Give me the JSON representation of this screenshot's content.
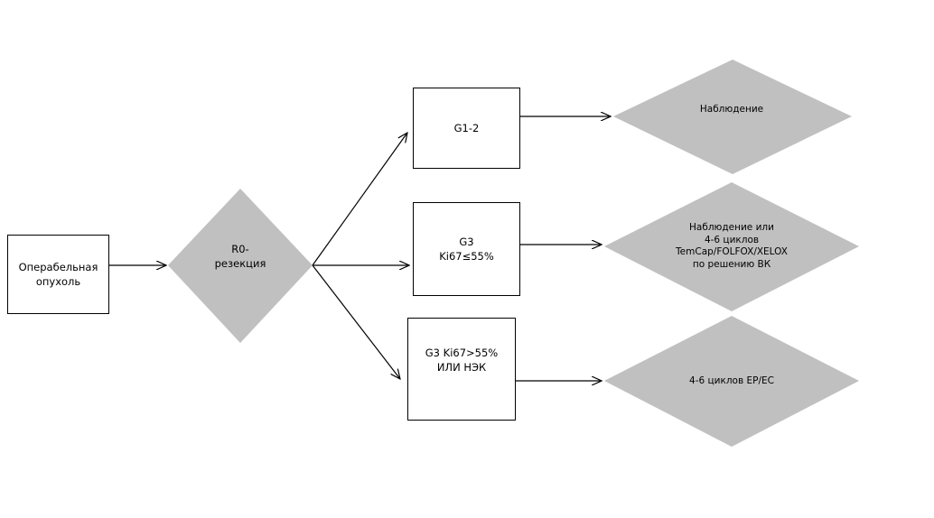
{
  "nodes": {
    "start": "Операбельная\nопухоль",
    "resection": "R0-\nрезекция",
    "g12": "G1-2",
    "g3_low": "G3\nKi67≤55%",
    "g3_high": "G3 Ki67>55%\nИЛИ НЭК",
    "outcome_observation": "Наблюдение",
    "outcome_optional": "Наблюдение или\n4-6 циклов\nTemCap/FOLFOX/XELOX\nпо решению ВК",
    "outcome_ep": "4-6 циклов EP/EC"
  },
  "colors": {
    "decision_fill": "#c0c0c0",
    "stroke": "#000000",
    "background": "#ffffff"
  }
}
